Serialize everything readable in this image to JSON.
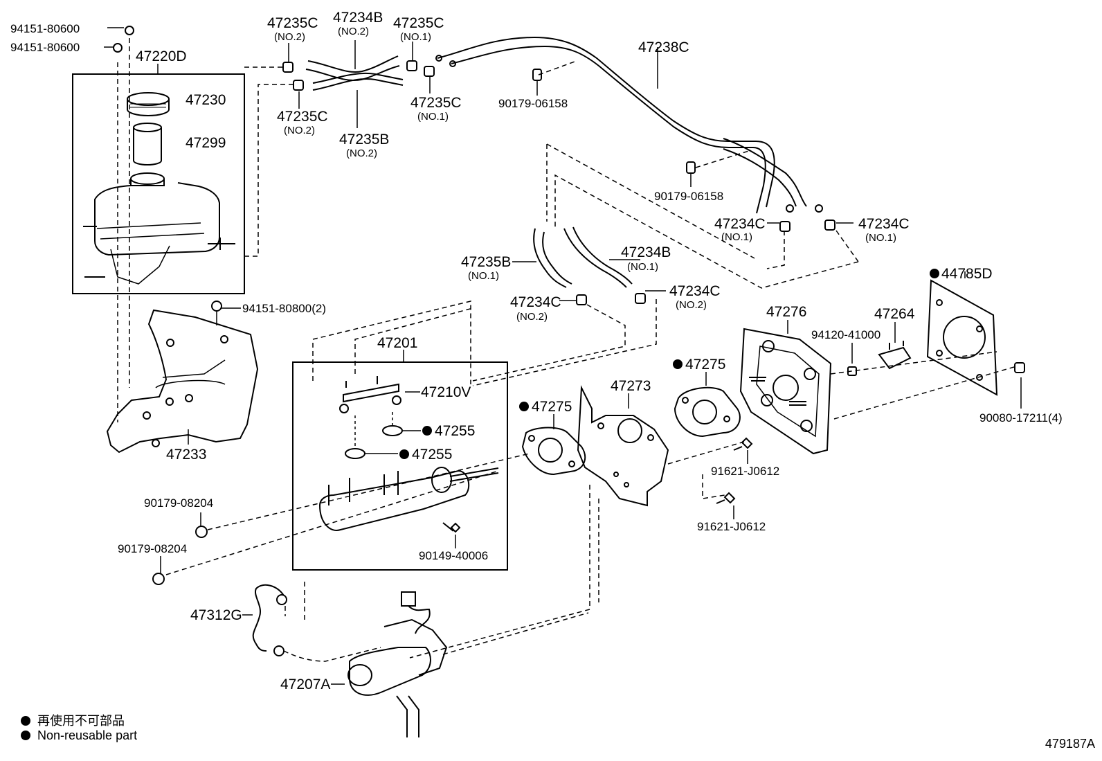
{
  "parts": {
    "p94151_80600_a": "94151-80600",
    "p94151_80600_b": "94151-80600",
    "p47220D": "47220D",
    "p47230": "47230",
    "p47299": "47299",
    "p94151_80800": "94151-80800(2)",
    "p47233": "47233",
    "p47235C_1": "47235C",
    "p47235C_1_sub": "(NO.2)",
    "p47234B_1": "47234B",
    "p47234B_1_sub": "(NO.2)",
    "p47235C_2": "47235C",
    "p47235C_2_sub": "(NO.1)",
    "p47235C_3": "47235C",
    "p47235C_3_sub": "(NO.2)",
    "p47235B_1": "47235B",
    "p47235B_1_sub": "(NO.2)",
    "p47235C_4": "47235C",
    "p47235C_4_sub": "(NO.1)",
    "p90179_06158_a": "90179-06158",
    "p47238C": "47238C",
    "p90179_06158_b": "90179-06158",
    "p47234C_a": "47234C",
    "p47234C_a_sub": "(NO.1)",
    "p47234C_b": "47234C",
    "p47234C_b_sub": "(NO.1)",
    "p47235B_2": "47235B",
    "p47235B_2_sub": "(NO.1)",
    "p47234B_2": "47234B",
    "p47234B_2_sub": "(NO.1)",
    "p47234C_c": "47234C",
    "p47234C_c_sub": "(NO.2)",
    "p47234C_d": "47234C",
    "p47234C_d_sub": "(NO.2)",
    "p44785D": "44785D",
    "p47276": "47276",
    "p47264": "47264",
    "p94120_41000": "94120-41000",
    "p90080_17211": "90080-17211(4)",
    "p47201": "47201",
    "p47210V": "47210V",
    "p47255_a": "47255",
    "p47255_b": "47255",
    "p47275_a": "47275",
    "p47275_b": "47275",
    "p47273": "47273",
    "p91621_J0612_a": "91621-J0612",
    "p91621_J0612_b": "91621-J0612",
    "p90179_08204_a": "90179-08204",
    "p90179_08204_b": "90179-08204",
    "p90149_40006": "90149-40006",
    "p47312G": "47312G",
    "p47207A": "47207A"
  },
  "legend": {
    "line1": "再使用不可部品",
    "line2": "Non-reusable part"
  },
  "diagram_code": "479187A"
}
